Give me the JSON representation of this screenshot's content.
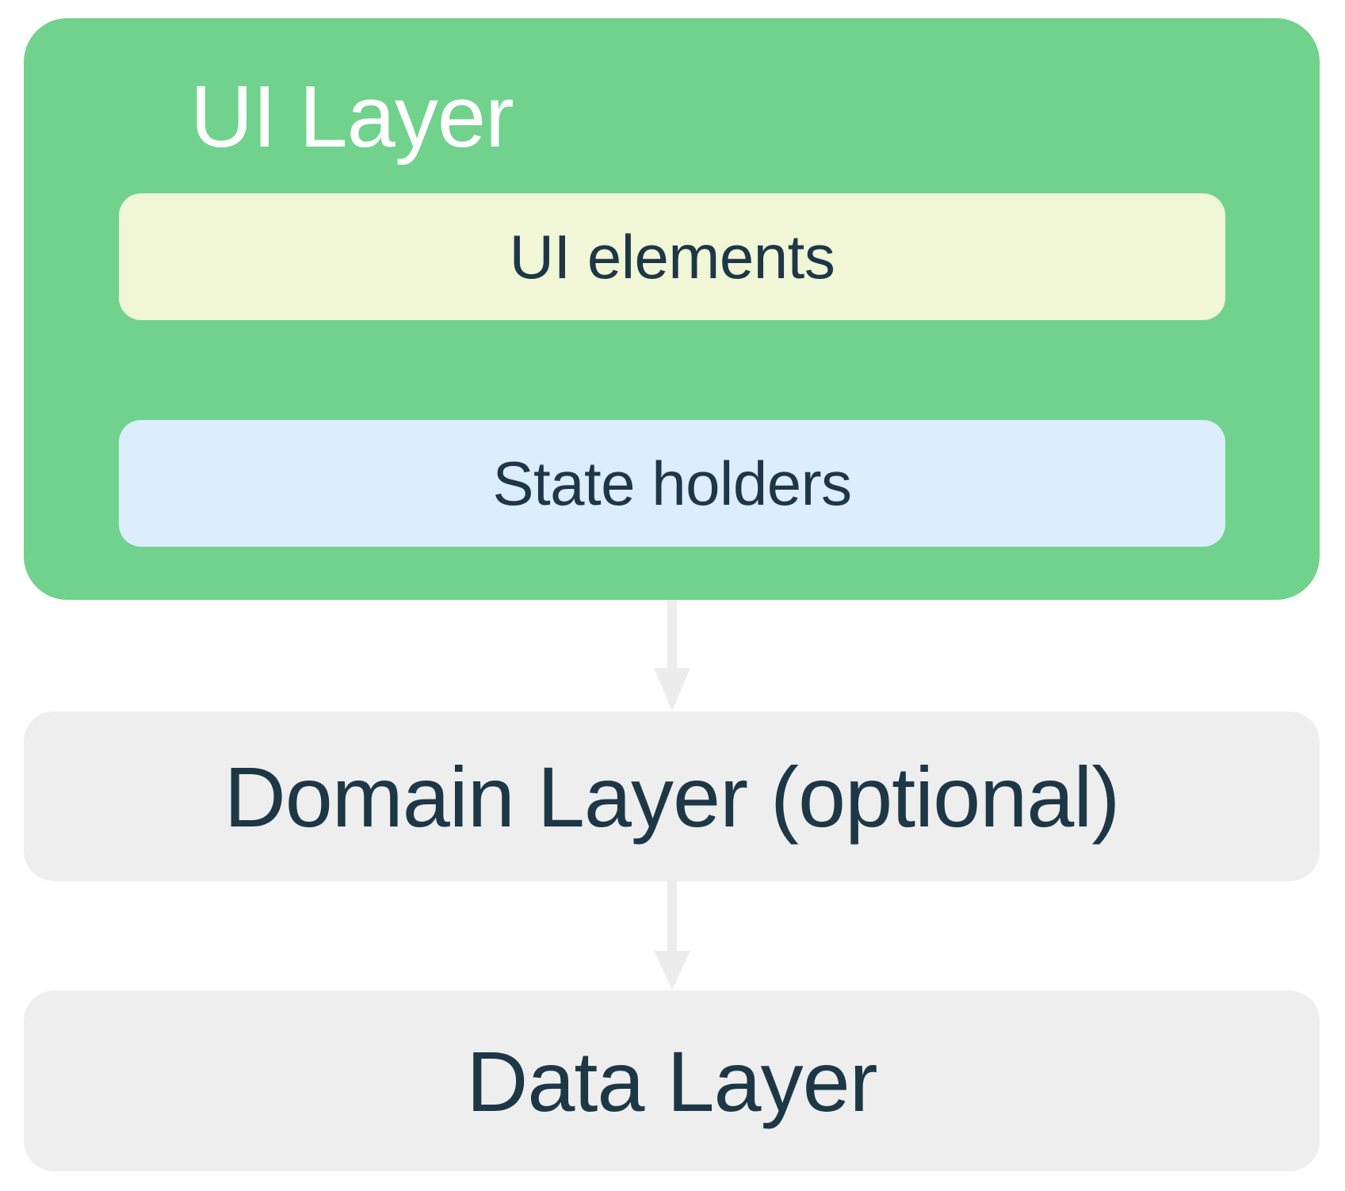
{
  "layers": {
    "ui": {
      "title": "UI Layer",
      "children": [
        {
          "label": "UI elements"
        },
        {
          "label": "State holders"
        }
      ]
    },
    "domain": {
      "label": "Domain Layer (optional)"
    },
    "data": {
      "label": "Data Layer"
    }
  },
  "arrows": [
    {
      "name": "arrow-ui-elements-to-state-holders",
      "style": "dark"
    },
    {
      "name": "arrow-state-holders-to-domain-layer",
      "style": "dark-then-light"
    },
    {
      "name": "arrow-domain-layer-to-data-layer",
      "style": "light"
    }
  ],
  "colors": {
    "ui_layer_bg": "#70D28C",
    "ui_elements_bg": "#F0F6D6",
    "state_holders_bg": "#DCEDFC",
    "layer_box_bg": "#EEEEEE",
    "text_navy": "#1D3746",
    "title_white": "#FFFFFF",
    "arrow_dark": "#1D3746",
    "arrow_light": "#ECECEC"
  }
}
